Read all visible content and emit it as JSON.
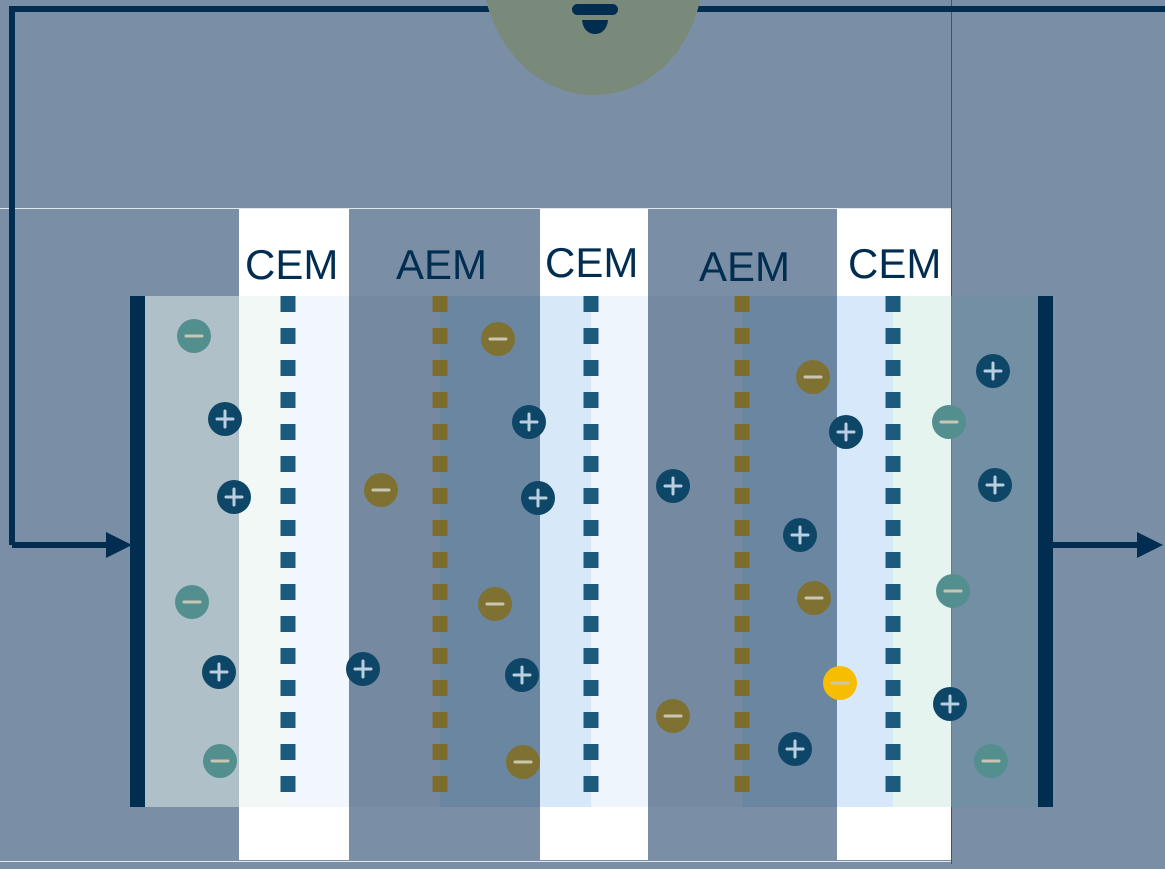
{
  "membranes": [
    {
      "label": "CEM",
      "type": "cation-exchange"
    },
    {
      "label": "AEM",
      "type": "anion-exchange"
    },
    {
      "label": "CEM",
      "type": "cation-exchange"
    },
    {
      "label": "AEM",
      "type": "anion-exchange"
    },
    {
      "label": "CEM",
      "type": "cation-exchange"
    }
  ],
  "ions": {
    "cation_symbol": "+",
    "anion_symbol": "−"
  },
  "colors": {
    "background": "#7a8fa5",
    "electrode": "#002d50",
    "wire": "#002d50",
    "cem_strip": "#1c5a7e",
    "aem_strip": "#7d6d2c",
    "cation": "#0e4667",
    "anion_gold": "#7f7132",
    "anion_teal": "#548f8f",
    "anion_highlight": "#f7bd00",
    "bulb": "#7a8a7a"
  },
  "icons": [
    "light-bulb-icon",
    "arrow-right-icon",
    "plus-icon",
    "minus-icon"
  ]
}
